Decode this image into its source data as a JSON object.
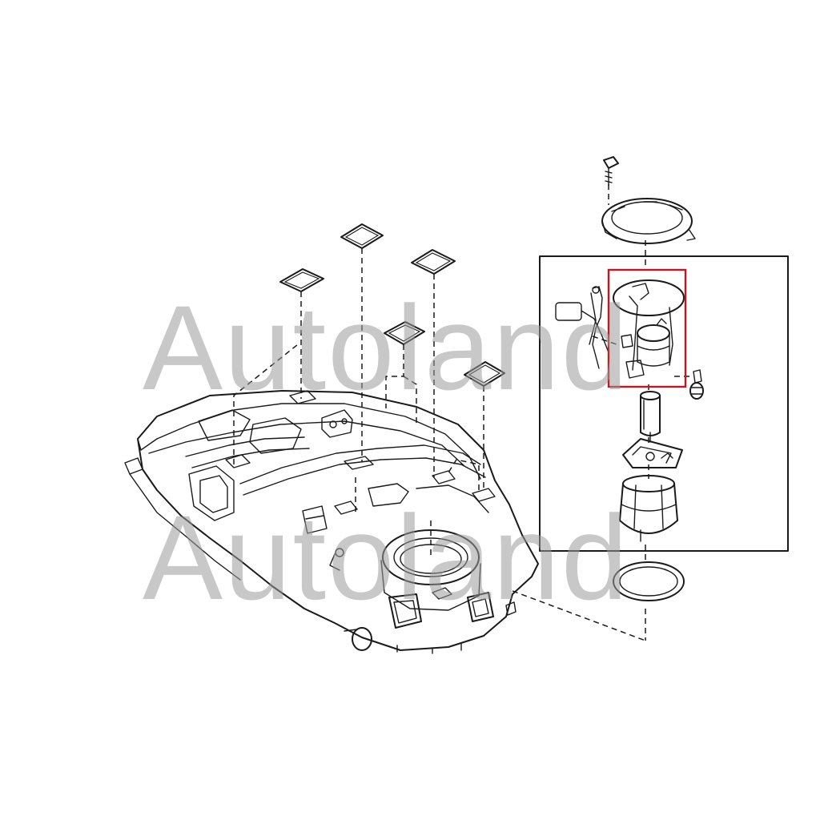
{
  "watermark": {
    "line1": "Autoland",
    "line2": "Autoland"
  },
  "highlight_color": "#c0181f",
  "parts": [
    "fuel-tank",
    "tank-pad",
    "screw",
    "retainer-ring",
    "fuel-pump-module",
    "fuel-level-sender",
    "fuel-pump",
    "pump-bracket",
    "fuel-filter",
    "gasket",
    "check-valve"
  ]
}
